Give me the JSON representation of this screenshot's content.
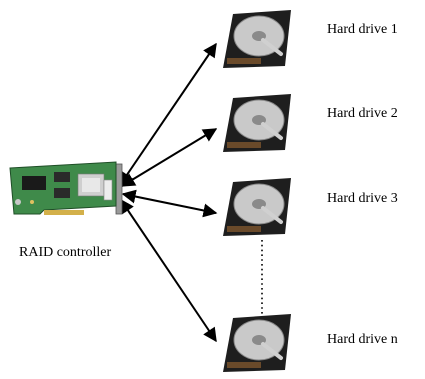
{
  "controller": {
    "label": "RAID controller",
    "icon": "raid-card-icon"
  },
  "drives": [
    {
      "label": "Hard drive 1",
      "icon": "hard-disk-icon"
    },
    {
      "label": "Hard drive 2",
      "icon": "hard-disk-icon"
    },
    {
      "label": "Hard drive 3",
      "icon": "hard-disk-icon"
    },
    {
      "label": "Hard drive n",
      "icon": "hard-disk-icon"
    }
  ],
  "colors": {
    "pcb": "#3f8a4a",
    "arrow": "#000000",
    "platter": "#c9c9c9",
    "case": "#1e1e1e"
  }
}
